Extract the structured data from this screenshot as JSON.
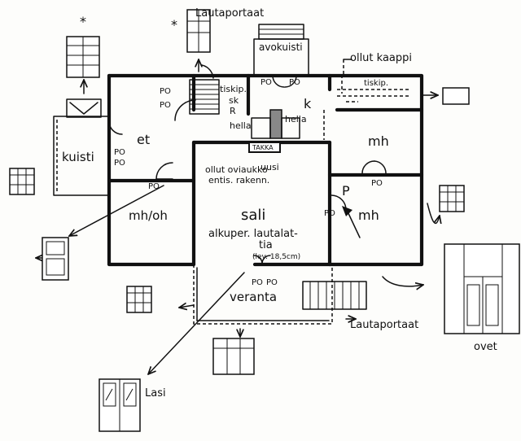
{
  "rooms": {
    "et": "et",
    "k": "k",
    "mh_upper": "mh",
    "mh_oh": "mh/oh",
    "sali": "sali",
    "mh_lower": "mh"
  },
  "labels": {
    "top_stairs": "Lautaportaat",
    "avokuisti": "avokuisti",
    "former_cabinet": "ollut kaappi",
    "kuisti": "kuisti",
    "sali_original": "alkuper. lautalat-",
    "sali_tia": "tia",
    "board_width": "(lev. 18,5cm)",
    "p": "P",
    "veranta": "veranta",
    "bottom_stairs": "Lautaportaat",
    "lasi": "Lasi",
    "ovet": "ovet",
    "former_door_1": "ollut oviaukko",
    "former_door_2": "entis. rakenn.",
    "takka": "TAKKA",
    "uusi": "uusi",
    "hella_left": "hella",
    "hella_right": "hella",
    "tiskip_left": "tiskip.",
    "tiskip_right": "tiskip.",
    "sk": "sk",
    "r": "R",
    "star_left": "*",
    "star_center": "*"
  },
  "po": [
    "PO",
    "PO",
    "PO",
    "PO",
    "PO",
    "PO",
    "PO",
    "PO",
    "PO",
    "PO",
    "PO"
  ]
}
